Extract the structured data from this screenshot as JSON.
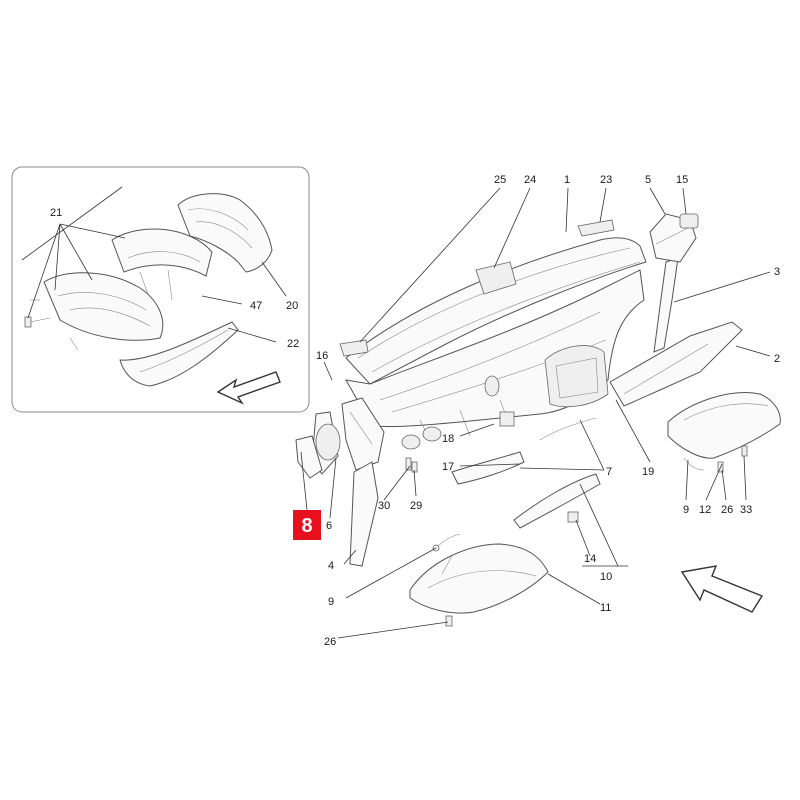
{
  "highlight": {
    "label": "8",
    "color": "#e8101f"
  },
  "callouts": {
    "c1": "1",
    "c2": "2",
    "c3": "3",
    "c4": "4",
    "c5": "5",
    "c6": "6",
    "c7": "7",
    "c9": "9",
    "c9b": "9",
    "c10": "10",
    "c11": "11",
    "c12": "12",
    "c14": "14",
    "c15": "15",
    "c16": "16",
    "c17": "17",
    "c18": "18",
    "c19": "19",
    "c20": "20",
    "c21": "21",
    "c22": "22",
    "c23": "23",
    "c24": "24",
    "c25": "25",
    "c26": "26",
    "c26b": "26",
    "c29": "29",
    "c30": "30",
    "c33": "33",
    "c47": "47"
  },
  "icons": {
    "direction_arrow": "arrow-icon"
  }
}
